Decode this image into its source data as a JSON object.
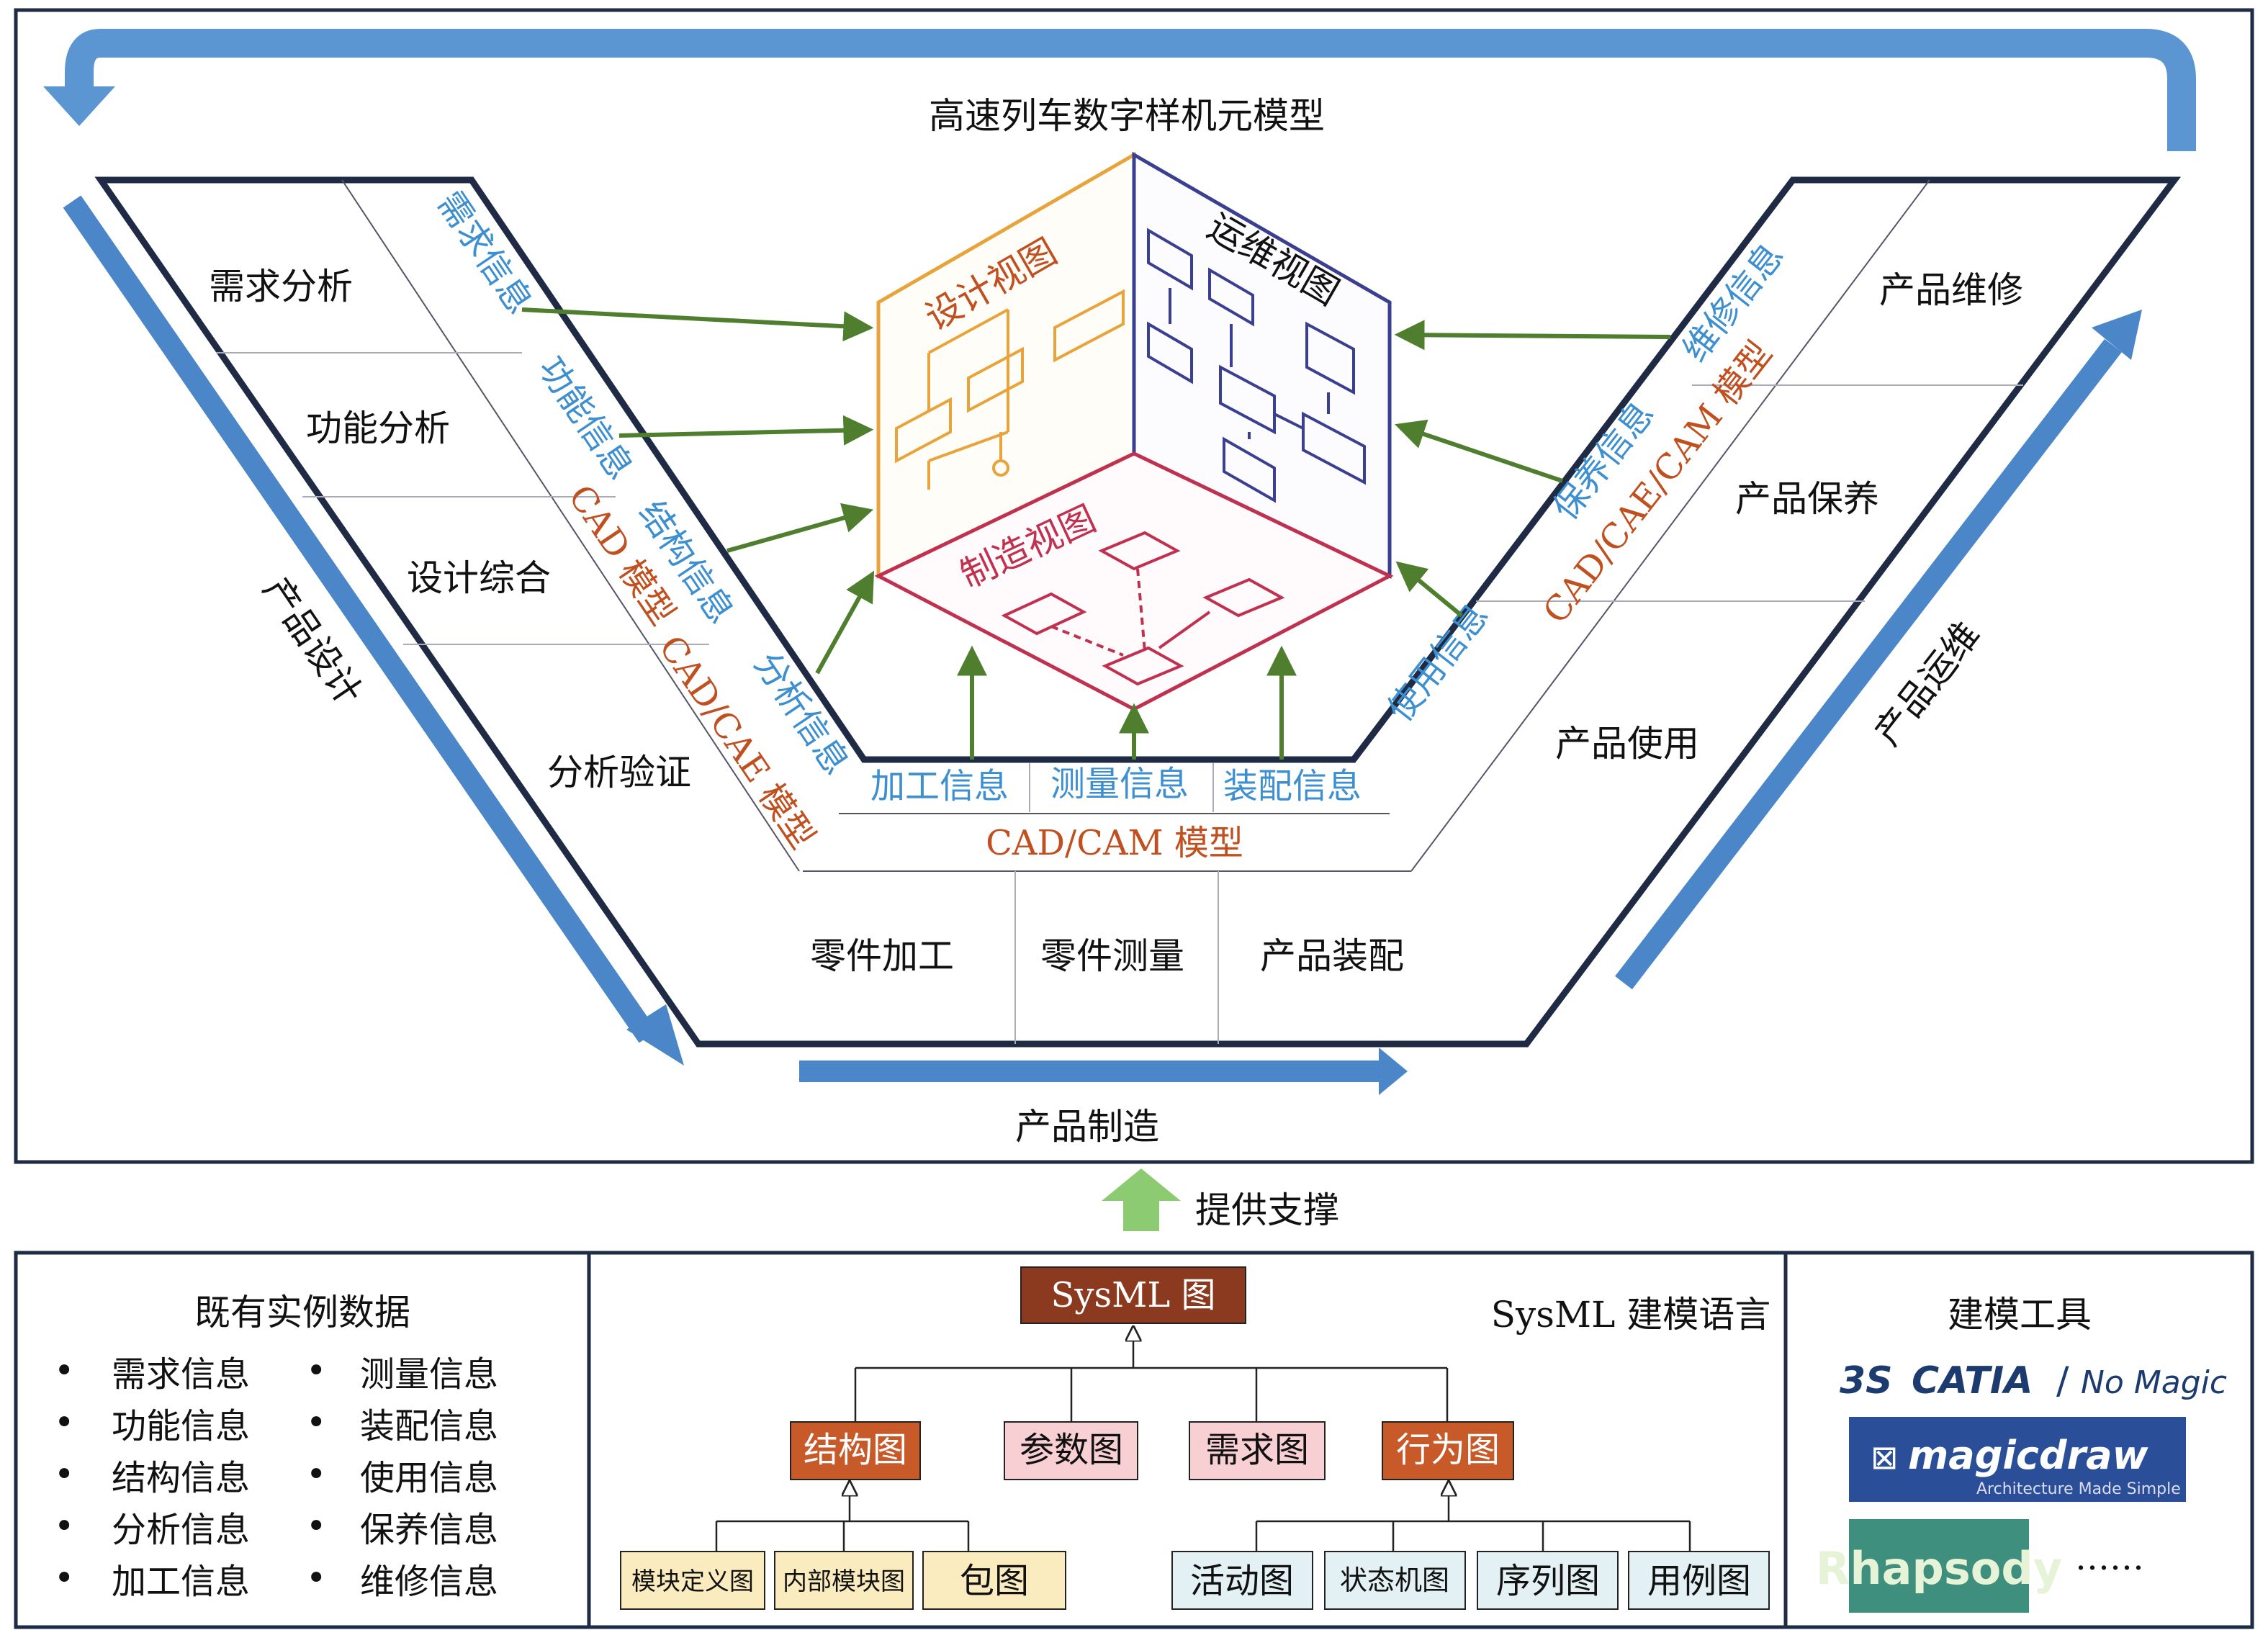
{
  "title": "高速列车数字样机元模型",
  "phases": {
    "design": "产品设计",
    "manufacture": "产品制造",
    "maintenance": "产品运维"
  },
  "design_steps": [
    "需求分析",
    "功能分析",
    "设计综合",
    "分析验证"
  ],
  "design_info": [
    "需求信息",
    "功能信息",
    "结构信息",
    "分析信息"
  ],
  "design_models": [
    "CAD 模型",
    "CAD/CAE 模型"
  ],
  "manufacture_steps": [
    "零件加工",
    "零件测量",
    "产品装配"
  ],
  "manufacture_info": [
    "加工信息",
    "测量信息",
    "装配信息"
  ],
  "manufacture_model": "CAD/CAM 模型",
  "maintenance_steps": [
    "产品维修",
    "产品保养",
    "产品使用"
  ],
  "maintenance_info": [
    "维修信息",
    "保养信息",
    "使用信息"
  ],
  "maintenance_model": "CAD/CAE/CAM 模型",
  "cube_views": {
    "design": "设计视图",
    "ops": "运维视图",
    "manufacturing": "制造视图"
  },
  "support_label": "提供支撑",
  "bottom": {
    "existing_data": {
      "title": "既有实例数据",
      "left_list": [
        "需求信息",
        "功能信息",
        "结构信息",
        "分析信息",
        "加工信息"
      ],
      "right_list": [
        "测量信息",
        "装配信息",
        "使用信息",
        "保养信息",
        "维修信息"
      ]
    },
    "sysml": {
      "title": "SysML 建模语言",
      "root": "SysML 图",
      "level2": [
        "结构图",
        "参数图",
        "需求图",
        "行为图"
      ],
      "structure_children": [
        "模块定义图",
        "内部模块图",
        "包图"
      ],
      "behavior_children": [
        "活动图",
        "状态机图",
        "序列图",
        "用例图"
      ]
    },
    "tools": {
      "title": "建模工具",
      "catia_label": "CATIA",
      "nomagic_label": "No Magic",
      "magicdraw_label": "magicdraw",
      "magicdraw_sub": "Architecture Made Simple",
      "rhapsody_label": "Rhapsody",
      "ellipsis": "……"
    }
  },
  "colors": {
    "frame": "#1f2a44",
    "arrow_blue": "#4a86c8",
    "info_blue": "#3d8fcf",
    "model_orange": "#c0501f",
    "design_view": "#e8a33a",
    "ops_view": "#3b3f8f",
    "mfg_view": "#c0304f",
    "green_arrow": "#4f7f2e",
    "sysml_dark": "#8b3a1f",
    "sysml_orange": "#c85a2a",
    "sysml_pink": "#f8cfd3",
    "sysml_yellow": "#fbecbf",
    "sysml_cyan": "#e3f1f4"
  }
}
